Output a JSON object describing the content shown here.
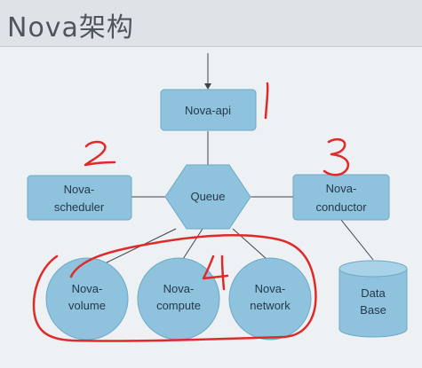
{
  "title": "Nova架构",
  "nodes": {
    "api": "Nova-api",
    "queue": "Queue",
    "scheduler_l1": "Nova-",
    "scheduler_l2": "scheduler",
    "conductor_l1": "Nova-",
    "conductor_l2": "conductor",
    "volume_l1": "Nova-",
    "volume_l2": "volume",
    "compute_l1": "Nova-",
    "compute_l2": "compute",
    "network_l1": "Nova-",
    "network_l2": "network",
    "db_l1": "Data",
    "db_l2": "Base"
  },
  "annotations": {
    "n1": "1",
    "n2": "2",
    "n3": "3",
    "n4": "4"
  },
  "colors": {
    "node_fill": "#8fc3dd",
    "node_stroke": "#6aa9c8",
    "line": "#3f444a",
    "annotation": "#e02a2a"
  }
}
